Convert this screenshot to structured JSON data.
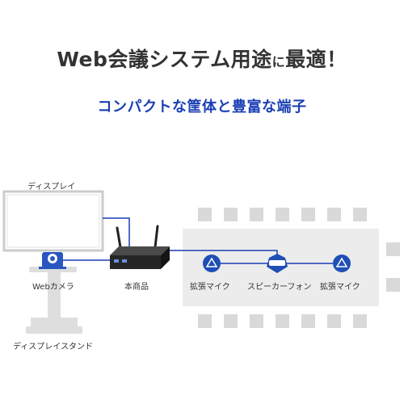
{
  "headline": {
    "main": "Web会議システム用途",
    "particle": "に",
    "tail": "最適！"
  },
  "subheadline": "コンパクトな筐体と豊富な端子",
  "labels": {
    "display": "ディスプレイ",
    "webcam": "Webカメラ",
    "product": "本商品",
    "mic_left": "拡張マイク",
    "speakerphone": "スピーカーフォン",
    "mic_right": "拡張マイク",
    "display_stand": "ディスプレイスタンド"
  },
  "colors": {
    "headline": "#333333",
    "subheadline": "#1a3fb5",
    "cable": "#1a3fb5",
    "device": "#1f4fb5",
    "equipment_gray": "#d9d9d9"
  }
}
